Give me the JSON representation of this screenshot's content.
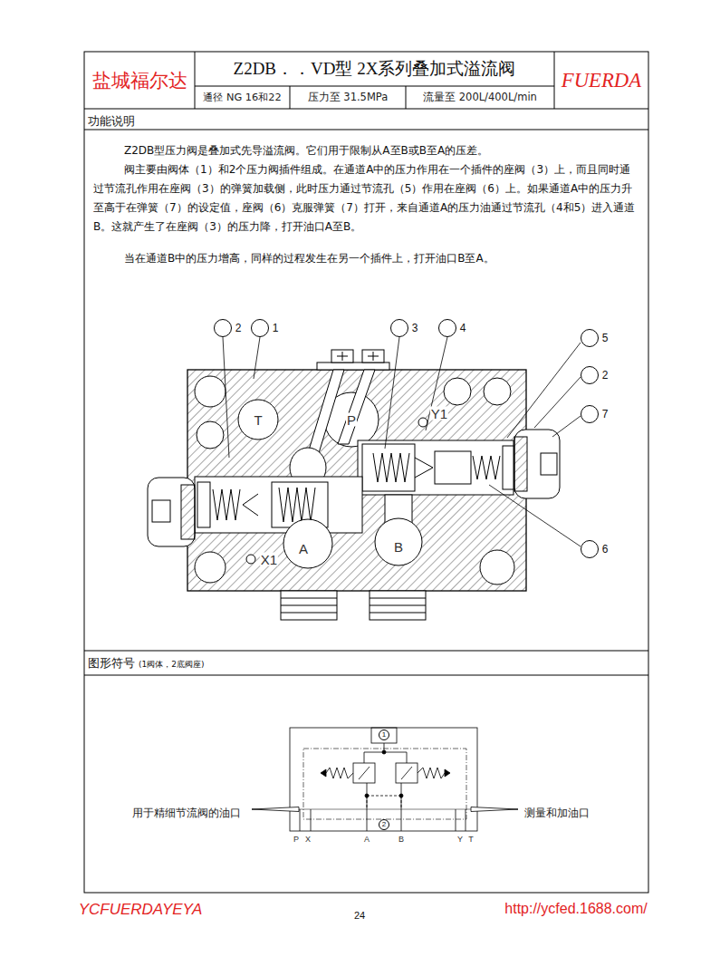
{
  "diagram": {
    "nodes": [
      {
        "text": [
          "盐城福尔达"
        ]
      },
      {
        "text": [
          "Z2DB．．VD型 2X系列叠加式溢流阀"
        ]
      },
      {
        "text": [
          "通径 NG 16和22"
        ]
      },
      {
        "text": [
          "压力至 31.5MPa"
        ]
      },
      {
        "text": [
          "流量至 200L/400L/min"
        ]
      },
      {
        "text": [
          "FUERDA"
        ]
      },
      {
        "text": [
          "功能说明"
        ]
      },
      {
        "text": [
          "Z2DB型压力阀是叠加式先导溢流阀。它们用于限制从A至B或B至A的压差。",
          "阀主要由阀体（1）和2个压力阀插件组成。在通道A中的压力作用在一个插件的座阀（3）上，而且同时通过节流孔作用在座阀（3）的弹簧加载侧，此时压力通过节流孔（5）作用在座阀（6）上。如果通道A中的压力升至高于在弹簧（7）的设定值，座阀（6）克服弹簧（7）打开，来自通道A的压力油通过节流孔（4和5）进入通道B。这就产生了在座阀（3）的压力降，打开油口A至B。",
          "当在通道B中的压力增高，同样的过程发生在另一个插件上，打开油口B至A。"
        ]
      },
      {
        "text": [
          "2"
        ],
        "in": 7
      },
      {
        "text": [
          "1"
        ],
        "in": 7
      },
      {
        "text": [
          "3"
        ],
        "in": 7
      },
      {
        "text": [
          "4"
        ],
        "in": 7
      },
      {
        "text": [
          "5"
        ],
        "in": 7
      },
      {
        "text": [
          "2"
        ],
        "in": 7
      },
      {
        "text": [
          "7"
        ],
        "in": 7
      },
      {
        "text": [
          "6"
        ],
        "in": 7
      },
      {
        "text": [
          "图形符号",
          "(1阀体，2底阀座)"
        ]
      },
      {
        "text": [
          "1"
        ]
      },
      {
        "text": [
          "2"
        ]
      }
    ],
    "labels": [
      "T",
      "P",
      "Y1",
      "X1",
      "A",
      "B",
      "用于精细节流阀的油口",
      "测量和加油口",
      "P",
      "X",
      "A",
      "B",
      "Y",
      "T",
      "YCFUERDAYEYA",
      "24",
      "http://ycfed.1688.com/"
    ]
  }
}
